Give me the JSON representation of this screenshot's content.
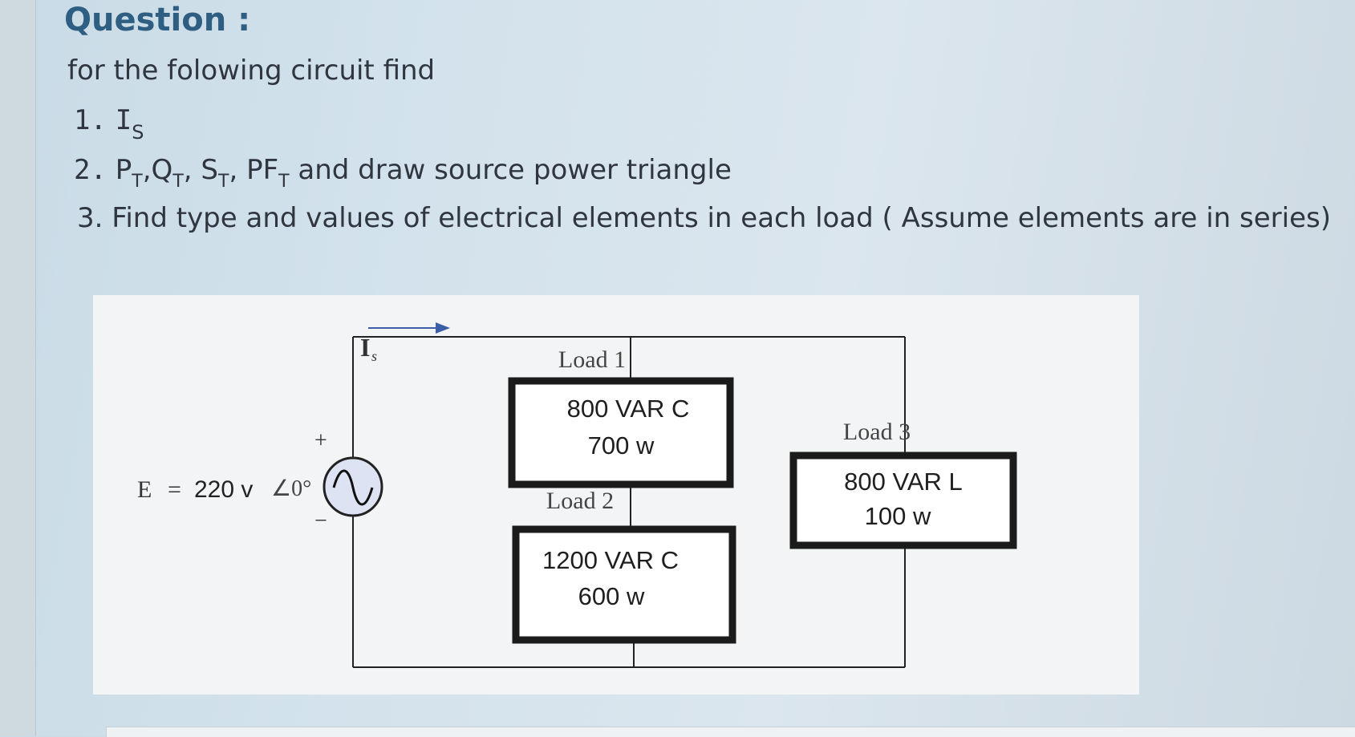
{
  "question": {
    "heading": "Question :",
    "intro": "for the folowing circuit find",
    "items": [
      {
        "number": "1.",
        "symbol": "I",
        "subscript": "S"
      },
      {
        "number": "2.",
        "parts": [
          "P",
          "Q",
          "S",
          "PF"
        ],
        "subscript": "T",
        "tail": "and draw source power triangle"
      },
      {
        "number": "3.",
        "text": "Find type and values of electrical elements in each load  ( Assume elements are in series)"
      }
    ]
  },
  "circuit": {
    "source": {
      "label": "E",
      "equals": "=",
      "voltage": "220 v",
      "angle": "∠0°",
      "plus": "+",
      "minus": "−",
      "current_label": "I",
      "current_subscript": "s"
    },
    "loads": [
      {
        "name": "Load 1",
        "reactive": "800 VAR C",
        "real": "700 w"
      },
      {
        "name": "Load 2",
        "reactive": "1200 VAR C",
        "real": "600 w"
      },
      {
        "name": "Load 3",
        "reactive": "800 VAR L",
        "real": "100 w"
      }
    ]
  }
}
